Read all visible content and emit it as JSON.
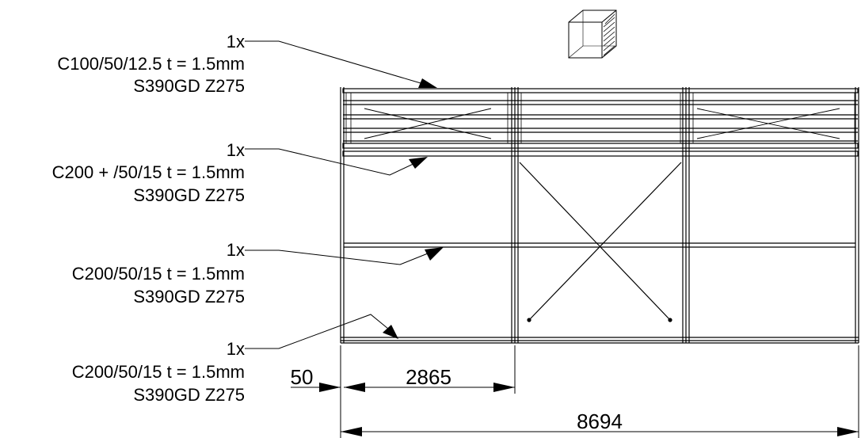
{
  "callouts": [
    {
      "qty": "1x",
      "profile": "C100/50/12.5 t = 1.5mm",
      "material": "S390GD Z275"
    },
    {
      "qty": "1x",
      "profile": "C200 + /50/15 t = 1.5mm",
      "material": "S390GD Z275"
    },
    {
      "qty": "1x",
      "profile": "C200/50/15 t = 1.5mm",
      "material": "S390GD Z275"
    },
    {
      "qty": "1x",
      "profile": "C200/50/15 t = 1.5mm",
      "material": "S390GD Z275"
    }
  ],
  "dimensions": {
    "offset": "50",
    "bay_width": "2865",
    "total_width": "8694"
  },
  "view_icon": "isometric-cube-icon",
  "colors": {
    "line": "#000000",
    "background": "#ffffff"
  }
}
